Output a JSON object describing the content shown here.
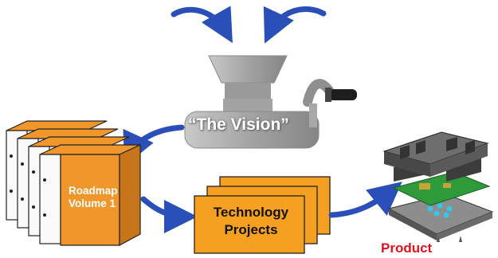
{
  "vision": {
    "label": "“The Vision”"
  },
  "roadmap": {
    "line1": "Roadmap",
    "line2": "Volume 1"
  },
  "technology": {
    "line1": "Technology",
    "line2": "Projects"
  },
  "product": {
    "label": "Product"
  },
  "colors": {
    "arrow": "#2b4fb8",
    "binder": "#f0962a",
    "project": "#f5a020",
    "grinder": "#a9a9a9",
    "product_label": "#e0121e"
  }
}
